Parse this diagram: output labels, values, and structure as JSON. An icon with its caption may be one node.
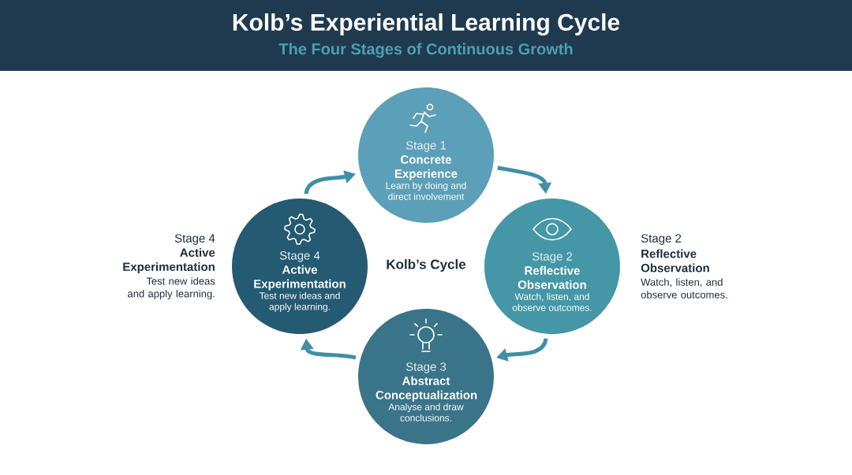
{
  "diagram": {
    "title": "Kolb’s Experiential Learning Cycle",
    "nodes": [
      {
        "text": [
          "Stage 1",
          "Concrete Experience",
          "Learn by doing and direct involvement"
        ]
      },
      {
        "text": [
          "Stage 2",
          "Reflective Observation",
          "Watch, listen, and observe outcomes."
        ]
      },
      {
        "text": [
          "Stage 3",
          "Abstract Conceptualization",
          "Analyse and draw conclusions."
        ]
      },
      {
        "text": [
          "Stage 4",
          "Active Experimentation",
          "Test new ideas and apply learning."
        ]
      }
    ],
    "edges": [
      {
        "from": 0,
        "to": 1,
        "arrow": "to"
      },
      {
        "from": 1,
        "to": 2,
        "arrow": "to"
      },
      {
        "from": 2,
        "to": 3,
        "arrow": "to"
      },
      {
        "from": 3,
        "to": 0,
        "arrow": "to"
      }
    ],
    "labels": [
      "The Four Stages of Continuous Growth",
      "Stage 4",
      "Active Experimentation",
      "Test new ideas and apply learning.",
      "Kolb’s Cycle",
      "Stage 2",
      "Reflective Observation",
      "Watch, listen, and observe outcomes."
    ]
  }
}
